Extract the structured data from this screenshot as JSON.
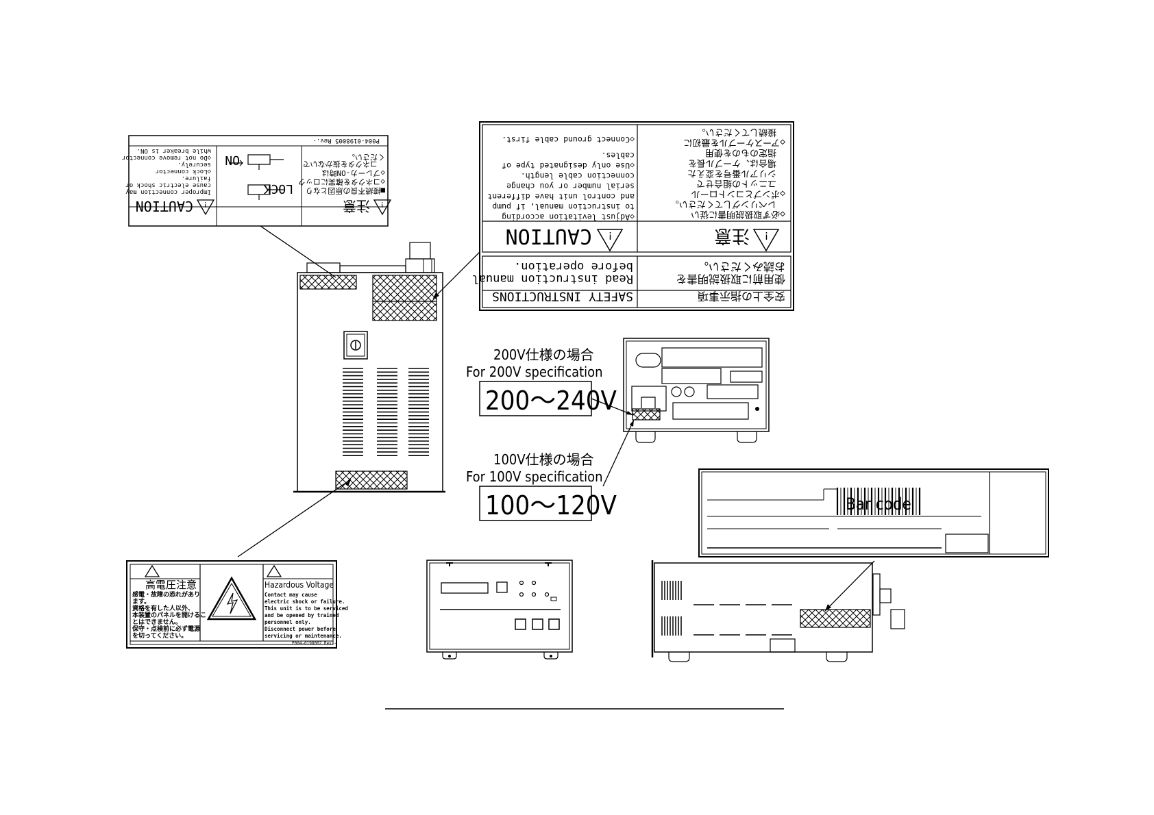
{
  "caution_label_small": {
    "ja_title": "注意",
    "en_title": "CAUTION",
    "lock_text": "LOCK",
    "on_text": "ON",
    "ja_body": [
      "■接続不良の原因となり",
      "◇コネクタを確実にロック",
      "◇ブレーカ-ON時は",
      "　コネクタを抜かないで",
      "ください。"
    ],
    "en_body": [
      "Improper connection may",
      "cause electric shock or",
      "failure.",
      "◇Lock connector",
      "securely.",
      "◇Do not remove connector",
      "while breaker is ON."
    ],
    "part_no": "P004-0198005  Rev.-"
  },
  "safety_caution_label": {
    "ja_title": "注意",
    "en_title": "CAUTION",
    "ja_body": [
      "◇必ず取扱説明書に従い",
      "　レベリングしてください。",
      "◇ポンプとコントロール",
      "　ユニットの組合せで",
      "　シリアル番号を変えた",
      "　場合は、ケーブル長を",
      "　指定のものを使用",
      "◇アースケーブルを最初に",
      "　接続してください。"
    ],
    "en_body": [
      "◇Adjust levitation according",
      "to instruction manual, if pump",
      "and control unit have different",
      "serial number or you change",
      "connection cable length.",
      "◇Use only designated type of",
      "cables.",
      "◇Connect ground cable first."
    ],
    "ja_safety_title": "安全上の指示事項",
    "ja_safety_body": [
      "使用前に取扱説明書を",
      "お読みください。"
    ],
    "en_safety_title": "SAFETY INSTRUCTIONS",
    "en_safety_body": [
      "Read instruction manual",
      "before operation."
    ]
  },
  "voltage_200": {
    "ja": "200V仕様の場合",
    "en": "For 200V specification",
    "value": "200～240V"
  },
  "voltage_100": {
    "ja": "100V仕様の場合",
    "en": "For 100V specification",
    "value": "100～120V"
  },
  "barcode_label": {
    "text": "Bar code"
  },
  "hazard_label": {
    "ja_title": "高電圧注意",
    "ja_body": [
      "感電・故障の恐れがあり",
      "ます。",
      "資格を有した人以外、",
      "本装置のパネルを開けるこ",
      "とはできません。",
      "保守・点検前に必ず電源",
      "を切ってください。"
    ],
    "en_title": "Hazardous Voltage",
    "en_body": [
      "Contact may cause",
      "electric shock or failure.",
      "This unit is to be serviced",
      "and be opened by trained",
      "personnel only.",
      "Disconnect power before",
      "servicing or maintenance."
    ],
    "part_no": "P004-0198002  Rev.-"
  },
  "icons": {
    "power": "power-symbol-icon",
    "warning": "warning-triangle-icon",
    "lightning": "lightning-bolt-icon"
  },
  "colors": {
    "line": "#000000",
    "background": "#ffffff"
  }
}
